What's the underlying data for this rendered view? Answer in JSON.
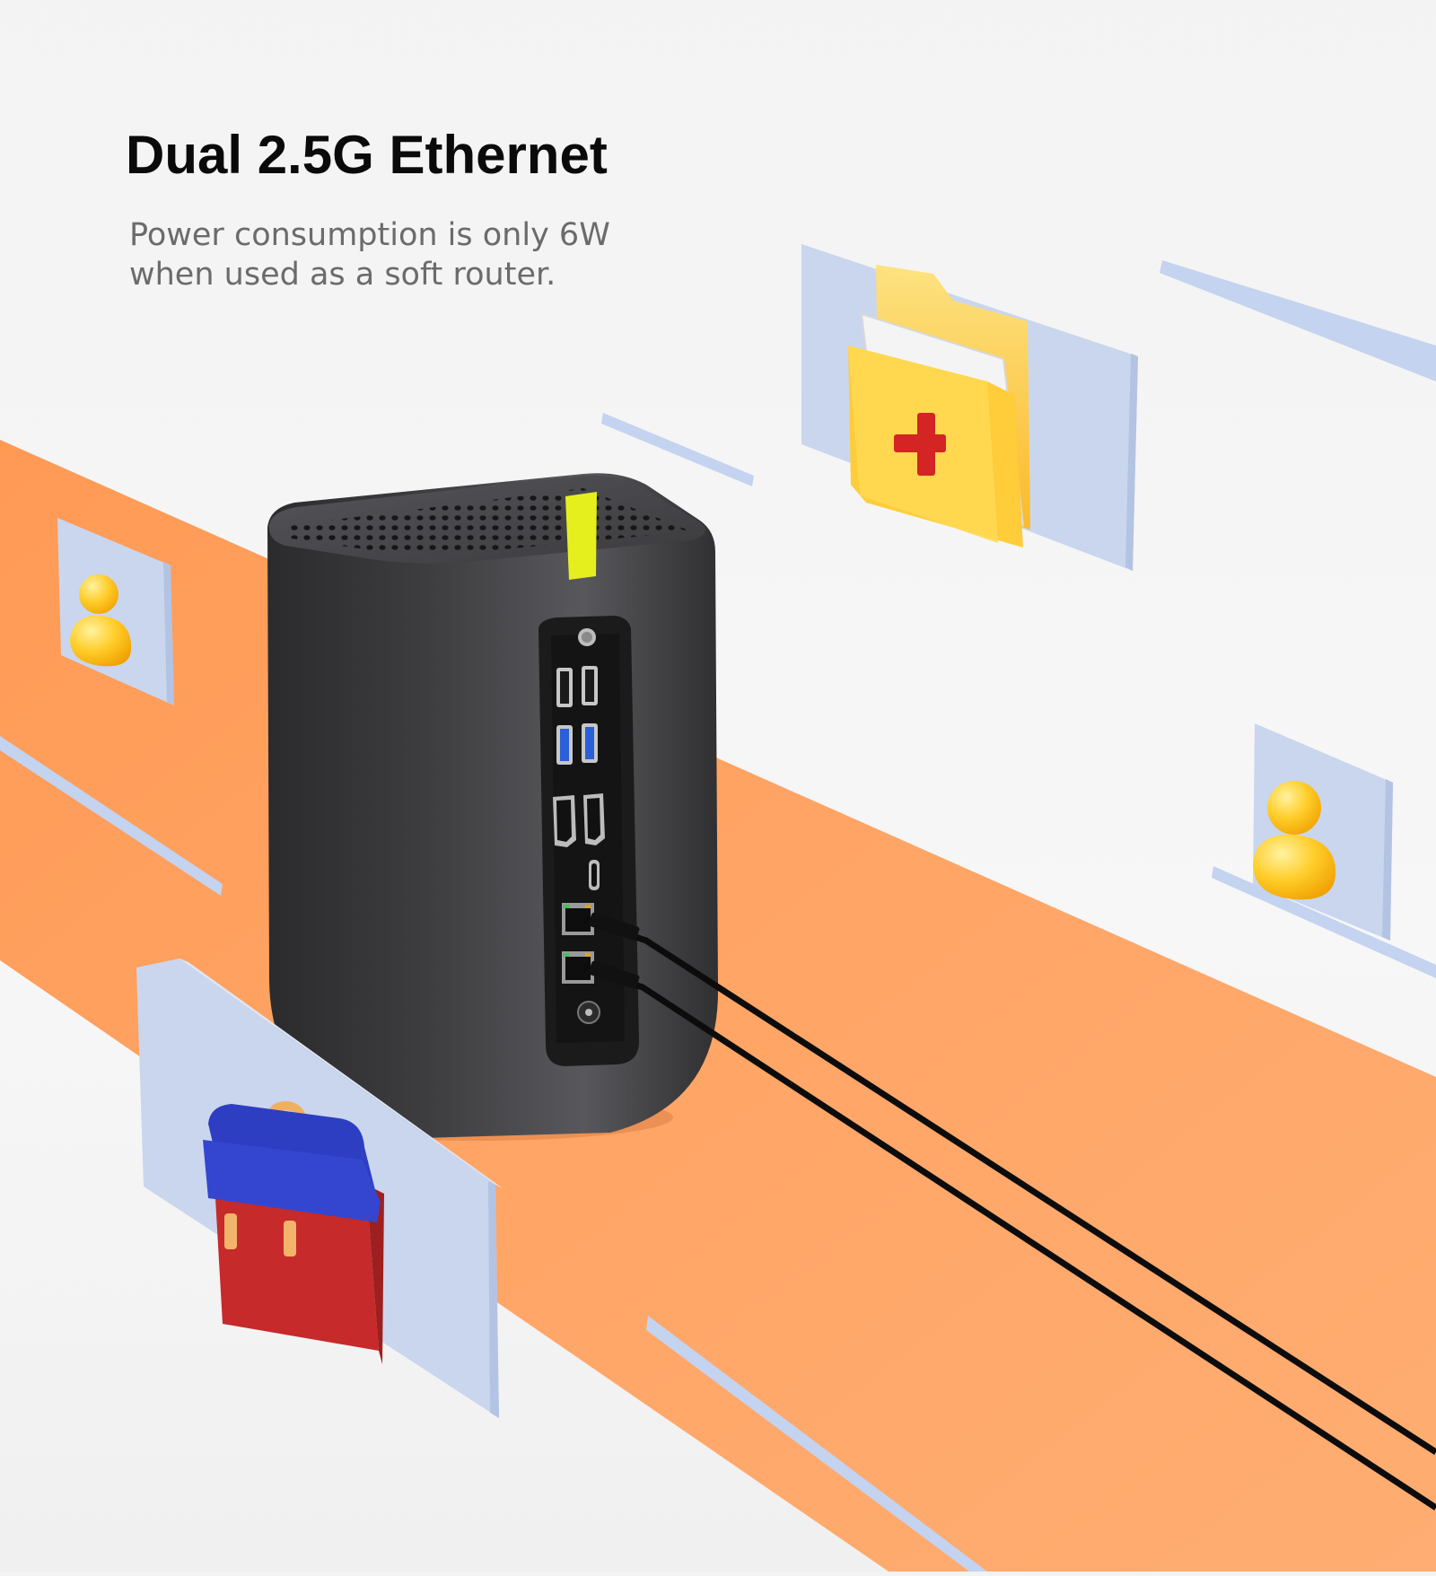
{
  "hero": {
    "title": "Dual 2.5G Ethernet",
    "subtitle_line1": "Power consumption is only 6W",
    "subtitle_line2": "when used as a soft router."
  },
  "colors": {
    "background": "#f4f4f4",
    "lane_orange": "#ff9e5e",
    "panel_blue": "#c9d6ee",
    "device_body": "#3a3a3c",
    "accent_yellow": "#e8f02a",
    "folder_yellow": "#ffd23a",
    "bag_blue": "#2f3fc4",
    "bag_red": "#d52c2c"
  },
  "icons": [
    "folder-medical-icon",
    "user-icon",
    "user-icon",
    "briefcase-icon"
  ],
  "device": {
    "ports": [
      "usb-a",
      "usb-a",
      "usb-a-3",
      "usb-a-3",
      "hdmi",
      "hdmi",
      "usb-c",
      "ethernet",
      "ethernet",
      "dc-in"
    ],
    "connected_ethernet_cables": 2
  }
}
